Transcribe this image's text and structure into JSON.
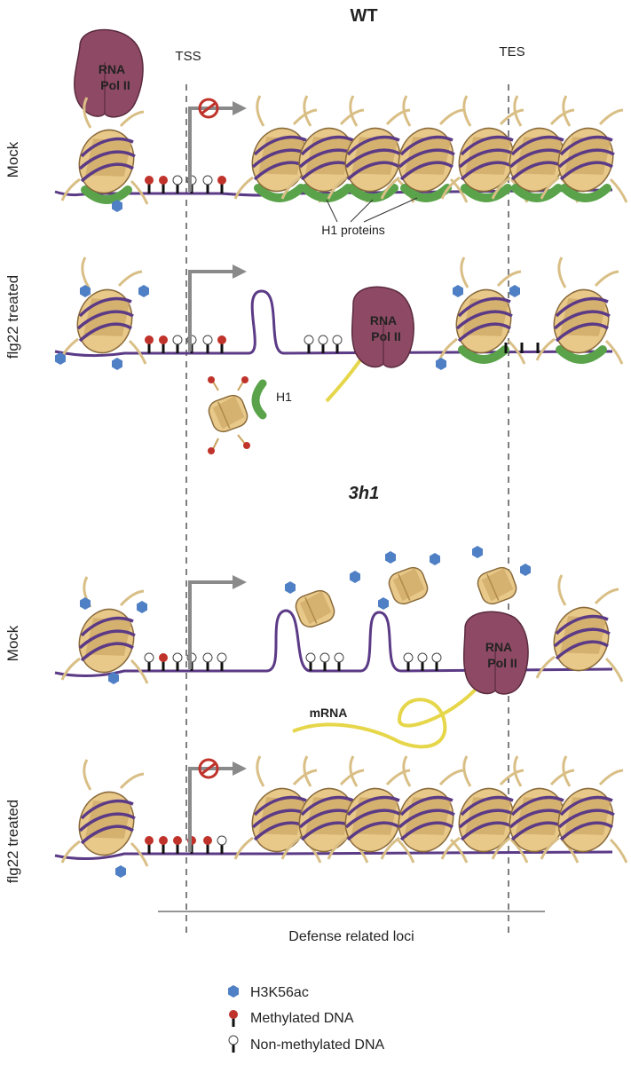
{
  "sections": {
    "wt_title": "WT",
    "mutant_title": "3h1"
  },
  "markers": {
    "tss": "TSS",
    "tes": "TES"
  },
  "rows": {
    "wt_mock": "Mock",
    "wt_flg22": "flg22 treated",
    "h1_mock": "Mock",
    "h1_flg22": "flg22 treated"
  },
  "labels": {
    "rna": "RNA",
    "pol": "Pol II",
    "h1_proteins": "H1 proteins",
    "h1": "H1",
    "mrna": "mRNA",
    "loci": "Defense related loci"
  },
  "legend": {
    "h3k56ac": "H3K56ac",
    "methylated": "Methylated DNA",
    "nonmethylated": "Non-methylated DNA"
  },
  "colors": {
    "dna": "#5b3a86",
    "nucleosome": "#e8c98a",
    "histone_dark": "#c9a25e",
    "h1": "#5aa34a",
    "polii": "#8e4a64",
    "mrna": "#e6d64a",
    "h3k56ac": "#4f7fc4",
    "methyl": "#c0332b",
    "arrow": "#8a8a8a",
    "block": "#c0332b"
  }
}
